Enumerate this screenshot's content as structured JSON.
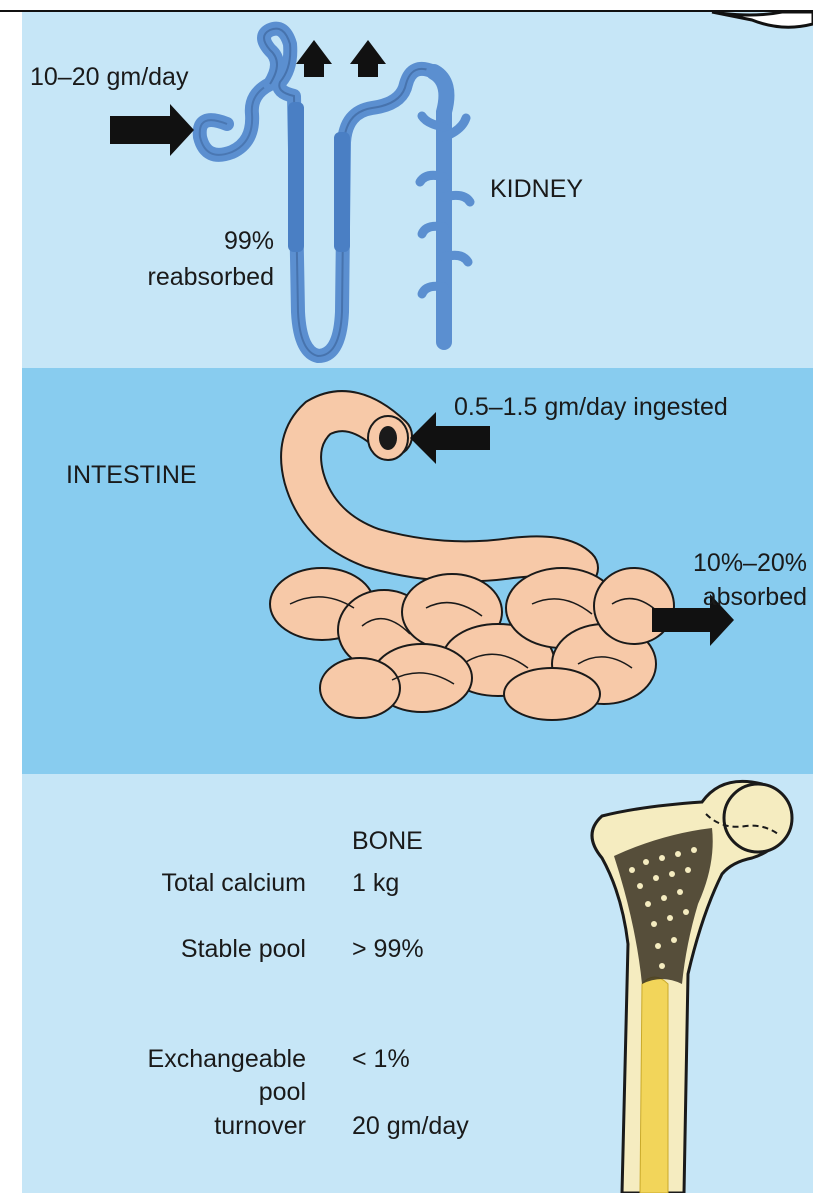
{
  "kidney": {
    "filtered": "10–20 gm/day",
    "reabsorbed_pct": "99%",
    "reabsorbed_word": "reabsorbed",
    "title": "KIDNEY"
  },
  "intestine": {
    "title": "INTESTINE",
    "ingested": "0.5–1.5 gm/day ingested",
    "absorbed_pct": "10%–20%",
    "absorbed_word": "absorbed"
  },
  "bone": {
    "title": "BONE",
    "rows": [
      {
        "label": "Total calcium",
        "value": "1 kg"
      },
      {
        "label": "Stable pool",
        "value": "> 99%"
      },
      {
        "label": "Exchangeable",
        "value": "< 1%"
      },
      {
        "label": "pool",
        "value": ""
      },
      {
        "label": "turnover",
        "value": "20 gm/day"
      }
    ]
  },
  "colors": {
    "kidney_bg": "#c6e6f7",
    "intestine_bg": "#88ccef",
    "bone_bg": "#c6e6f7",
    "nephron": "#5b8fd0",
    "intestine_fill": "#f7c9a8",
    "bone_shell": "#f5ecc0",
    "marrow": "#f2d55a",
    "arrow": "#111111"
  }
}
